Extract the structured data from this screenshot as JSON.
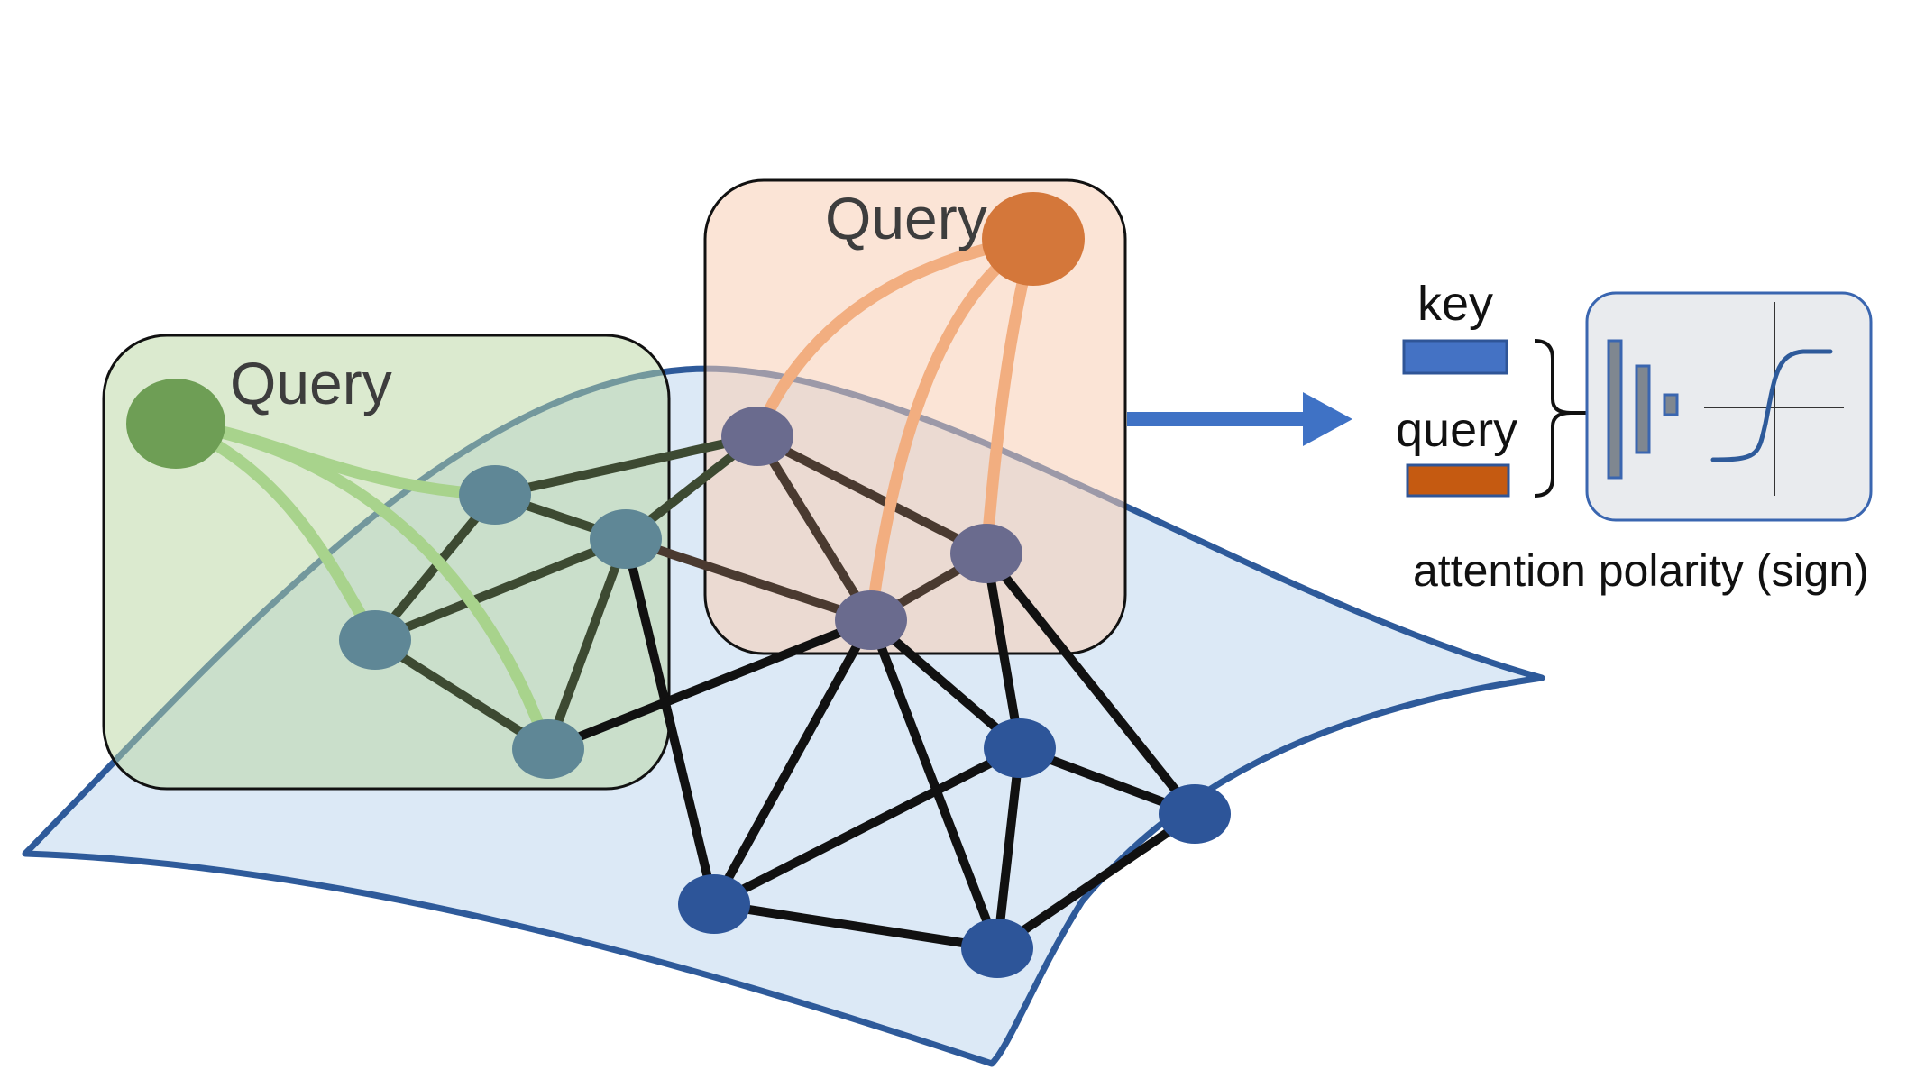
{
  "labels": {
    "query_green": "Query",
    "query_orange": "Query",
    "key": "key",
    "query_small": "query",
    "attention": "attention polarity (sign)"
  },
  "colors": {
    "manifold_fill": "#dce9f6",
    "manifold_stroke": "#2e5a9a",
    "green_box_fill": "#b8d6a0",
    "green_node": "#6e9e55",
    "green_edge": "#a8d38c",
    "orange_box_fill": "#f7cdb4",
    "orange_node": "#d4773a",
    "orange_edge": "#f2ae80",
    "teal_node": "#5f8796",
    "slate_node": "#6a6b8e",
    "blue_node": "#2d5599",
    "dark_edge": "#3d4a32",
    "brown_edge": "#4a3a30",
    "black_edge": "#111111",
    "arrow": "#3f72c5",
    "key_bar": "#4472c4",
    "query_bar": "#c55a11",
    "panel_fill": "#e9ebee",
    "panel_stroke": "#3a66b0",
    "curve": "#2e5a9a",
    "bar_gray": "#7f8790"
  },
  "icons": [
    "right-arrow-icon",
    "curly-brace-icon",
    "bar-glyph-icon",
    "sigmoid-curve-icon"
  ]
}
